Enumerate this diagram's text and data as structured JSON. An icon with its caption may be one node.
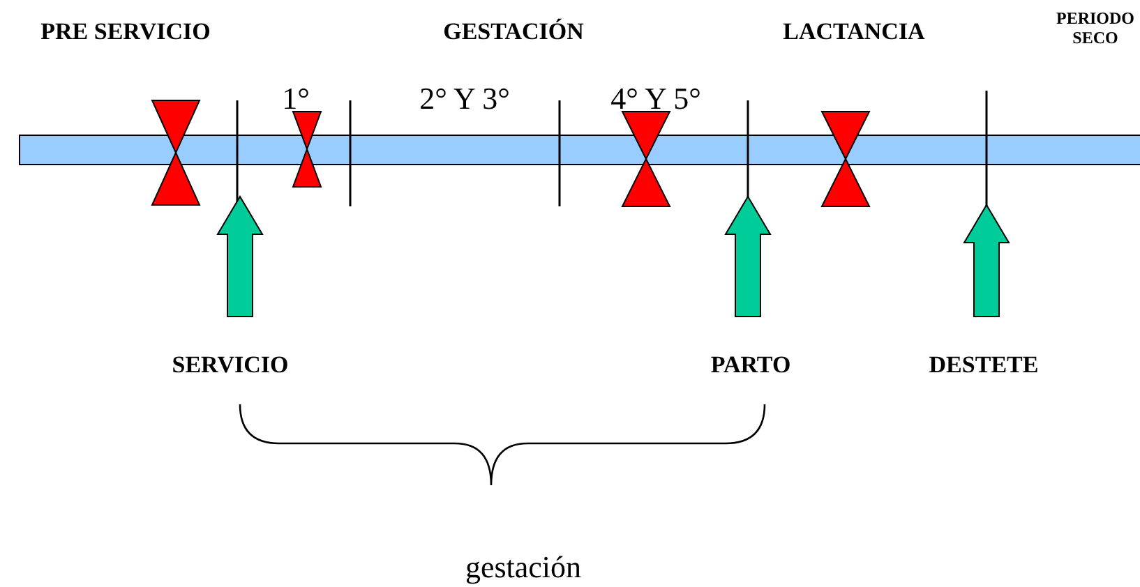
{
  "diagram": {
    "labels": [
      "PRE SERVICIO",
      "GESTACIÓN",
      "LACTANCIA",
      "PERIODO SECO",
      "1°",
      "2° Y 3°",
      "4° Y 5°",
      "SERVICIO",
      "PARTO",
      "DESTETE",
      "gestación"
    ]
  }
}
